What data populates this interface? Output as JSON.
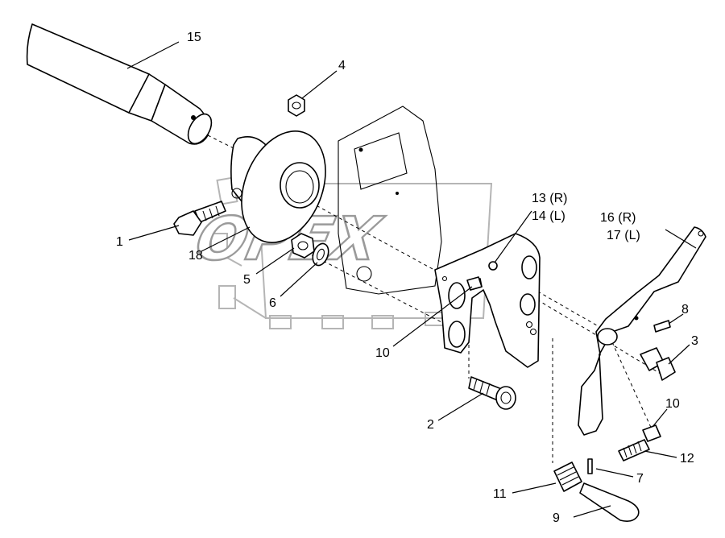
{
  "watermark": {
    "text": "OPEX"
  },
  "callouts": {
    "c15": "15",
    "c4": "4",
    "c1": "1",
    "c18": "18",
    "c5": "5",
    "c6": "6",
    "c10a": "10",
    "c13": "13 (R)",
    "c14": "14 (L)",
    "c16": "16 (R)",
    "c17": "17 (L)",
    "c8": "8",
    "c3": "3",
    "c2": "2",
    "c10b": "10",
    "c12": "12",
    "c7": "7",
    "c11": "11",
    "c9": "9"
  }
}
